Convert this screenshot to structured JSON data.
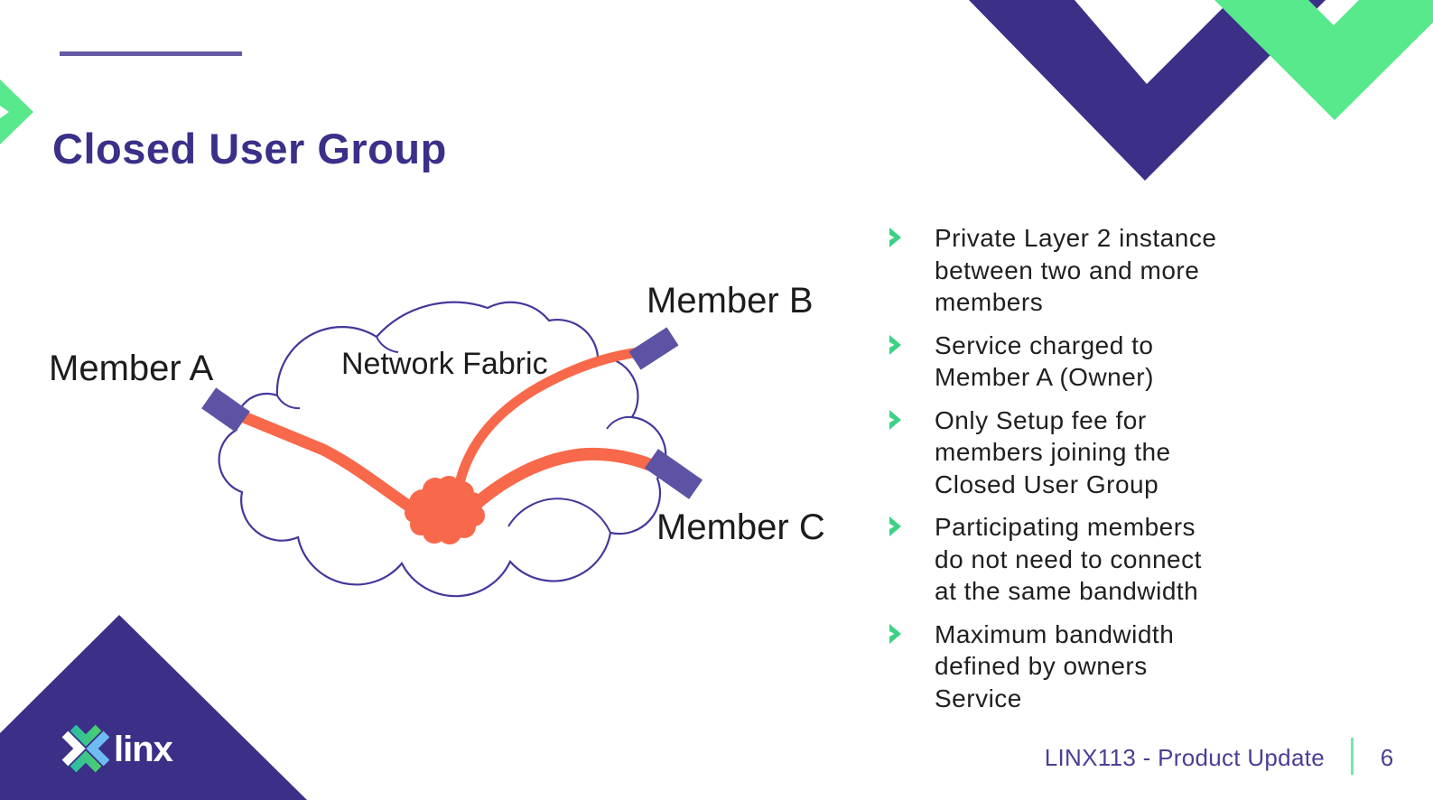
{
  "slide": {
    "title": "Closed User Group"
  },
  "diagram": {
    "cloud_label": "Network Fabric",
    "members": [
      {
        "label": "Member A"
      },
      {
        "label": "Member B"
      },
      {
        "label": "Member C"
      }
    ]
  },
  "bullets": {
    "items": [
      {
        "lines": [
          "Private Layer 2 instance",
          "between two and more",
          "members"
        ]
      },
      {
        "lines": [
          "Service charged to",
          "Member A (Owner)"
        ]
      },
      {
        "lines": [
          "Only Setup fee for",
          "members joining the",
          "Closed User Group"
        ]
      },
      {
        "lines": [
          "Participating members",
          "do not need to connect",
          "at the same bandwidth"
        ]
      },
      {
        "lines": [
          "Maximum bandwidth",
          "defined by owners",
          "Service"
        ]
      }
    ]
  },
  "logo": {
    "text": "linx"
  },
  "footer": {
    "label": "LINX113 - Product Update",
    "page": "6"
  },
  "colors": {
    "brand_purple": "#3B2F87",
    "title_purple": "#3A3089",
    "accent_green": "#57E98C",
    "bullet_green": "#3ED186",
    "link_orange": "#F8684A",
    "connector_purple": "#5C53A4",
    "cloud_outline": "#43389B",
    "footer_purple": "#4A3F95",
    "footer_separator_green": "#72E9A4",
    "logo_teal": "#2DBEA2",
    "logo_green": "#4ACD6E",
    "logo_blue": "#6FBCF3"
  }
}
